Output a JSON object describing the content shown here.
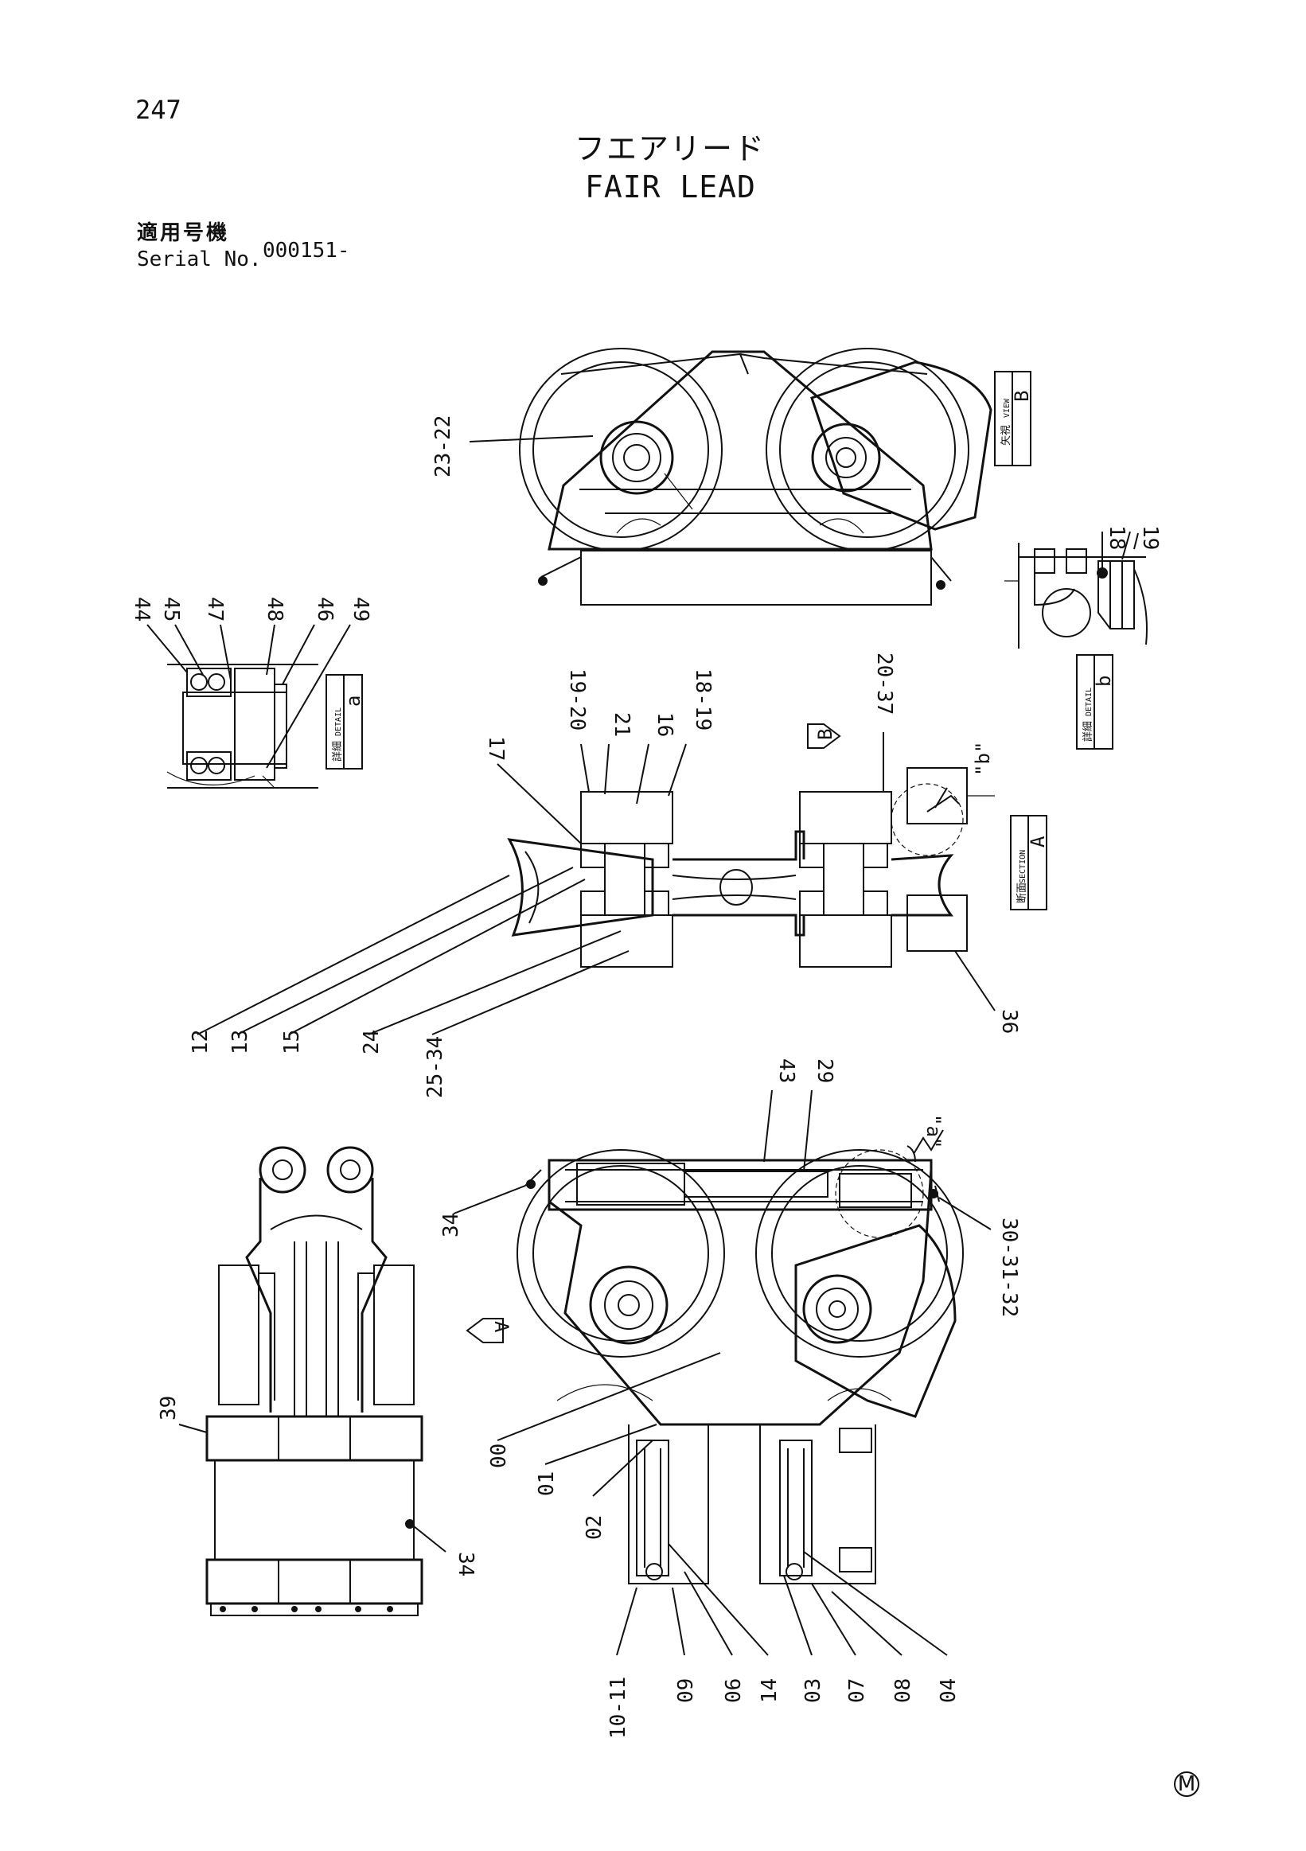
{
  "page_number": "247",
  "title_jp": "フエアリード",
  "title_en": "FAIR LEAD",
  "serial_label_jp": "適用号機",
  "serial_label_en": "Serial No.",
  "serial_value": "000151-",
  "footer_mark": "M",
  "view_boxes": {
    "view_b": {
      "jp": "矢視",
      "en": "VIEW",
      "letter": "B"
    },
    "detail_b": {
      "jp": "詳細",
      "en": "DETAIL",
      "letter": "b"
    },
    "detail_a": {
      "jp": "詳細",
      "en": "DETAIL",
      "letter": "a"
    },
    "section_a": {
      "jp": "断面",
      "en": "SECTION",
      "letter": "A"
    }
  },
  "arrow_labels": {
    "a_big": "A",
    "b_big": "B",
    "detail_b_ref": "\"b\"",
    "detail_a_ref": "\"a\""
  },
  "callouts": {
    "c_23_22": "23-22",
    "c_18": "18",
    "c_19": "19",
    "c_44": "44",
    "c_45": "45",
    "c_47": "47",
    "c_48": "48",
    "c_46": "46",
    "c_49": "49",
    "c_17": "17",
    "c_19_20": "19-20",
    "c_21": "21",
    "c_16": "16",
    "c_18_19": "18-19",
    "c_20_37": "20-37",
    "c_36": "36",
    "c_12": "12",
    "c_13": "13",
    "c_15": "15",
    "c_24": "24",
    "c_25_34": "25-34",
    "c_43": "43",
    "c_29": "29",
    "c_34_top": "34",
    "c_30_31_32": "30-31-32",
    "c_39": "39",
    "c_34_left": "34",
    "c_00": "00",
    "c_01": "01",
    "c_02": "02",
    "c_10_11": "10-11",
    "c_09": "09",
    "c_06": "06",
    "c_14": "14",
    "c_03": "03",
    "c_07": "07",
    "c_08": "08",
    "c_04": "04"
  }
}
